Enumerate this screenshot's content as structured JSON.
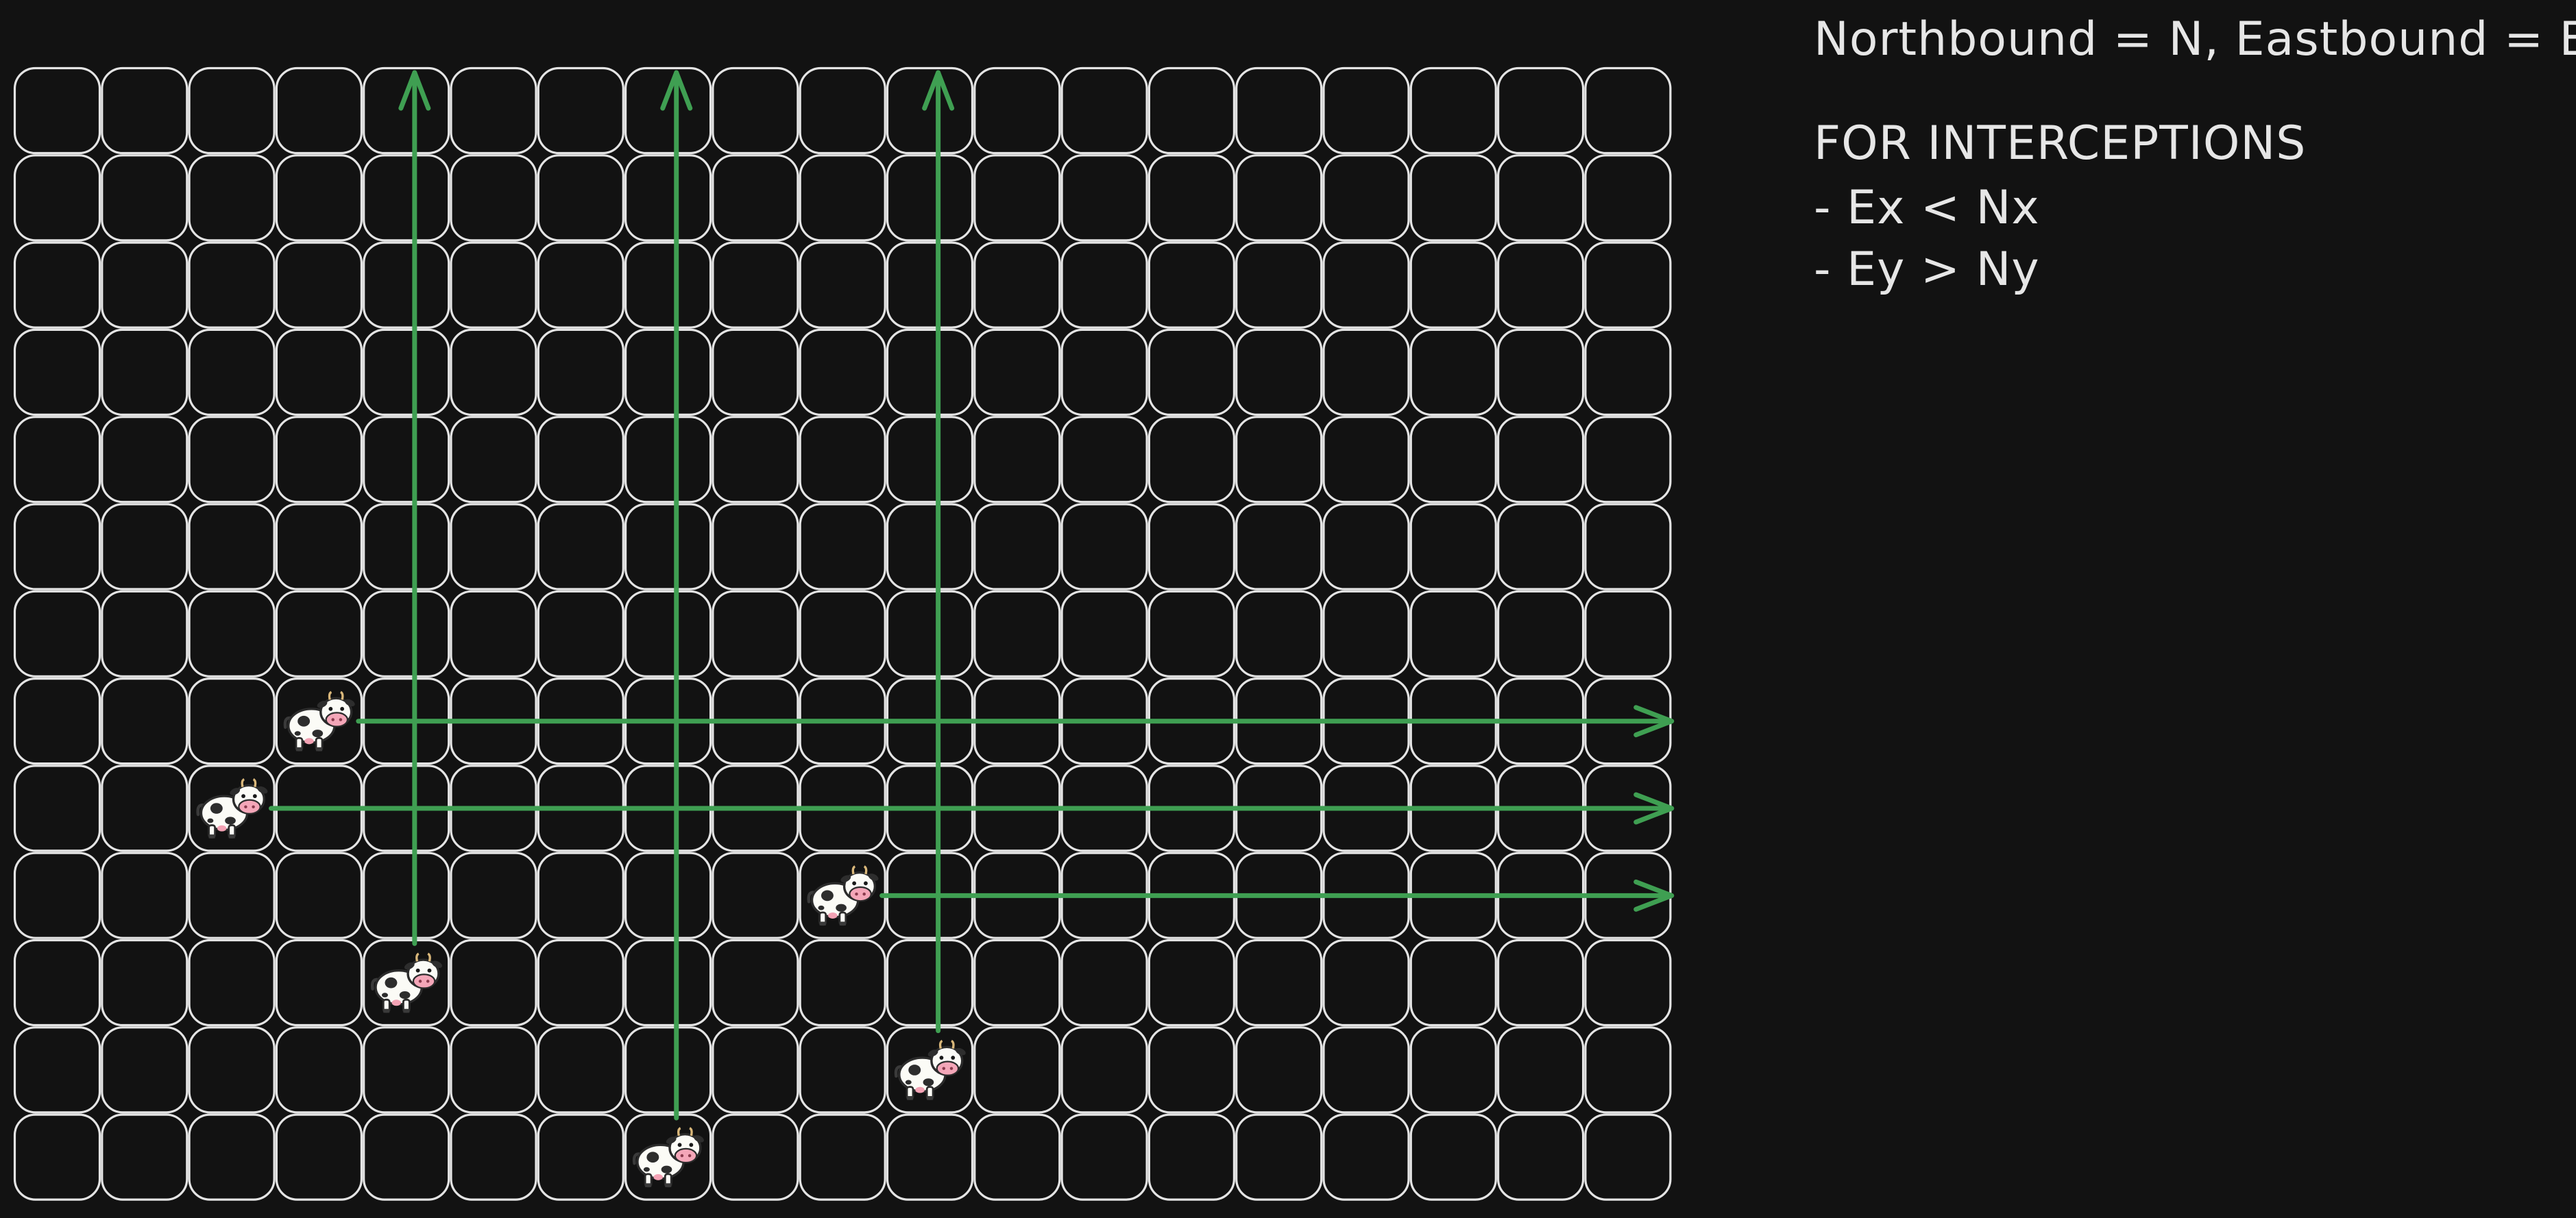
{
  "notes": {
    "legend": "Northbound = N, Eastbound = E",
    "heading": "FOR INTERCEPTIONS",
    "rules": [
      "- Ex < Nx",
      "- Ey > Ny"
    ]
  },
  "grid": {
    "columns": 19,
    "rows": 13
  },
  "colors": {
    "background": "#121212",
    "grid_line": "#e4e4e4",
    "arrow": "#3f9f52",
    "text": "#e6e6e6"
  },
  "cows": [
    {
      "name": "cow-1",
      "col": 3,
      "row": 7,
      "direction": "E"
    },
    {
      "name": "cow-2",
      "col": 2,
      "row": 8,
      "direction": "E"
    },
    {
      "name": "cow-3",
      "col": 9,
      "row": 9,
      "direction": "E"
    },
    {
      "name": "cow-4",
      "col": 4,
      "row": 10,
      "direction": "N"
    },
    {
      "name": "cow-5",
      "col": 10,
      "row": 11,
      "direction": "N"
    },
    {
      "name": "cow-6",
      "col": 7,
      "row": 12,
      "direction": "N"
    }
  ],
  "icons": {
    "cow": "cow-icon",
    "arrow": "arrow-icon"
  }
}
